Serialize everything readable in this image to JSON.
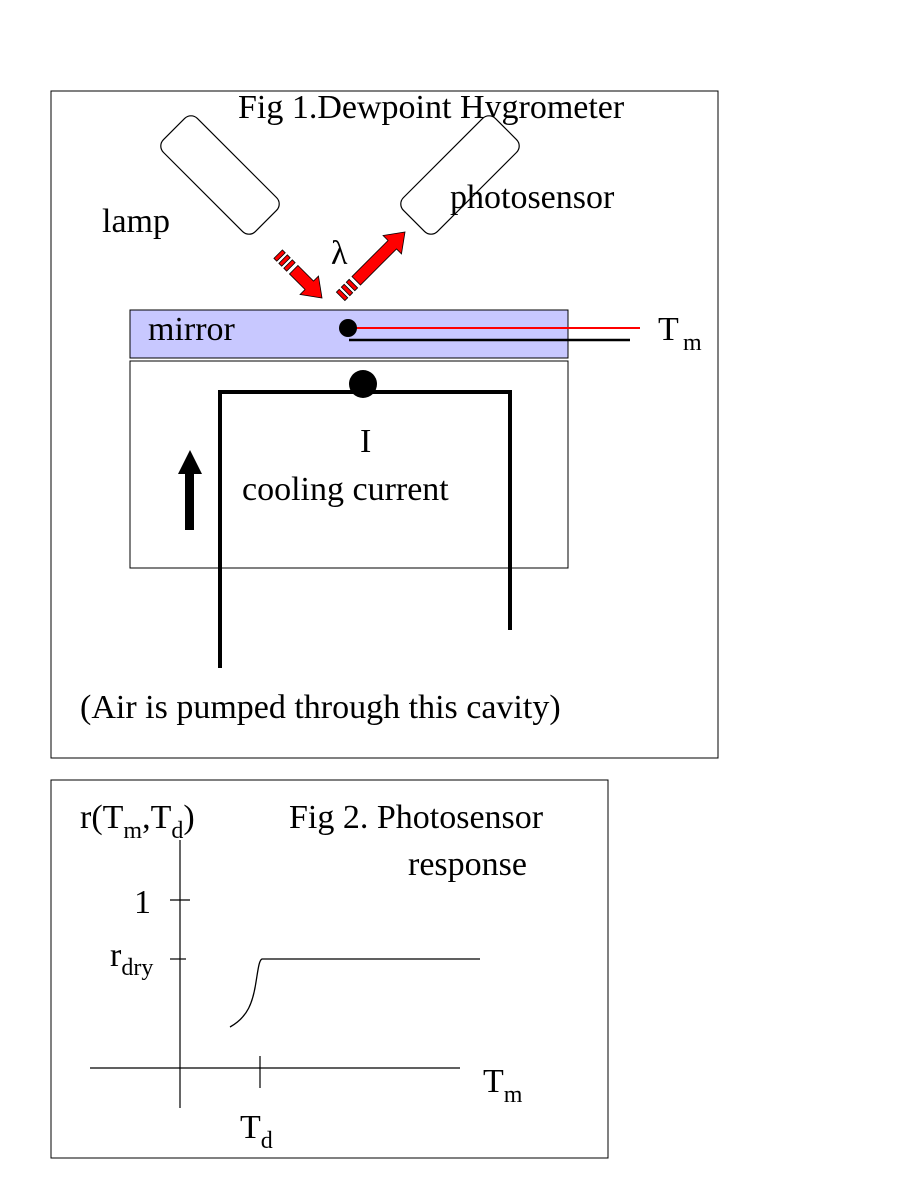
{
  "fig1": {
    "title": "Fig 1.Dewpoint Hygrometer",
    "lamp_label": "lamp",
    "photosensor_label": "photosensor",
    "lambda_label": "λ",
    "mirror_label": "mirror",
    "tm_label": "T",
    "tm_sub": "m",
    "current_symbol": "I",
    "current_label": "cooling current",
    "caption": "(Air is pumped through this cavity)",
    "colors": {
      "mirror_fill": "#c8c8ff",
      "arrow": "#ff0000",
      "wire_red": "#ff0000"
    }
  },
  "fig2": {
    "title_line1": "Fig 2. Photosensor",
    "title_line2": "response",
    "ylabel_r": "r(T",
    "ylabel_sub_m": "m",
    "ylabel_comma": ",T",
    "ylabel_sub_d": "d",
    "ylabel_close": ")",
    "tick_1": "1",
    "rdry_r": "r",
    "rdry_sub": "dry",
    "xlabel": "T",
    "xlabel_sub": "m",
    "td_label": "T",
    "td_sub": "d"
  }
}
